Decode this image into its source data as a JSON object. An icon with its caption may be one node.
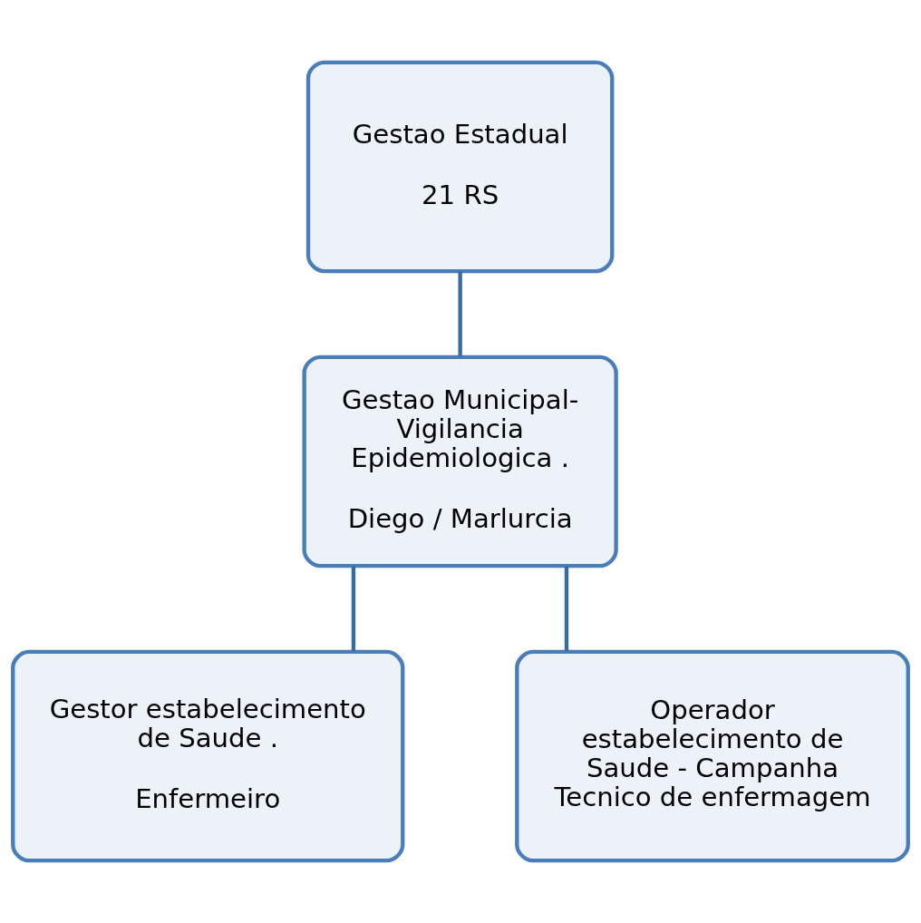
{
  "diagram": {
    "nodes": [
      {
        "text": [
          "Gestao Estadual",
          "21 RS"
        ]
      },
      {
        "text": [
          "Gestao Municipal- Vigilancia Epidemiologica .",
          "Diego / Marlurcia"
        ]
      },
      {
        "text": [
          "Gestor estabelecimento de Saude .",
          "Enfermeiro"
        ]
      },
      {
        "text": [
          "Operador estabelecimento de Saude - Campanha Tecnico de enfermagem"
        ]
      }
    ],
    "edges": [
      {
        "from": 0,
        "to": 1,
        "arrow": "none"
      },
      {
        "from": 1,
        "to": 2,
        "arrow": "none"
      },
      {
        "from": 1,
        "to": 3,
        "arrow": "none"
      }
    ]
  }
}
